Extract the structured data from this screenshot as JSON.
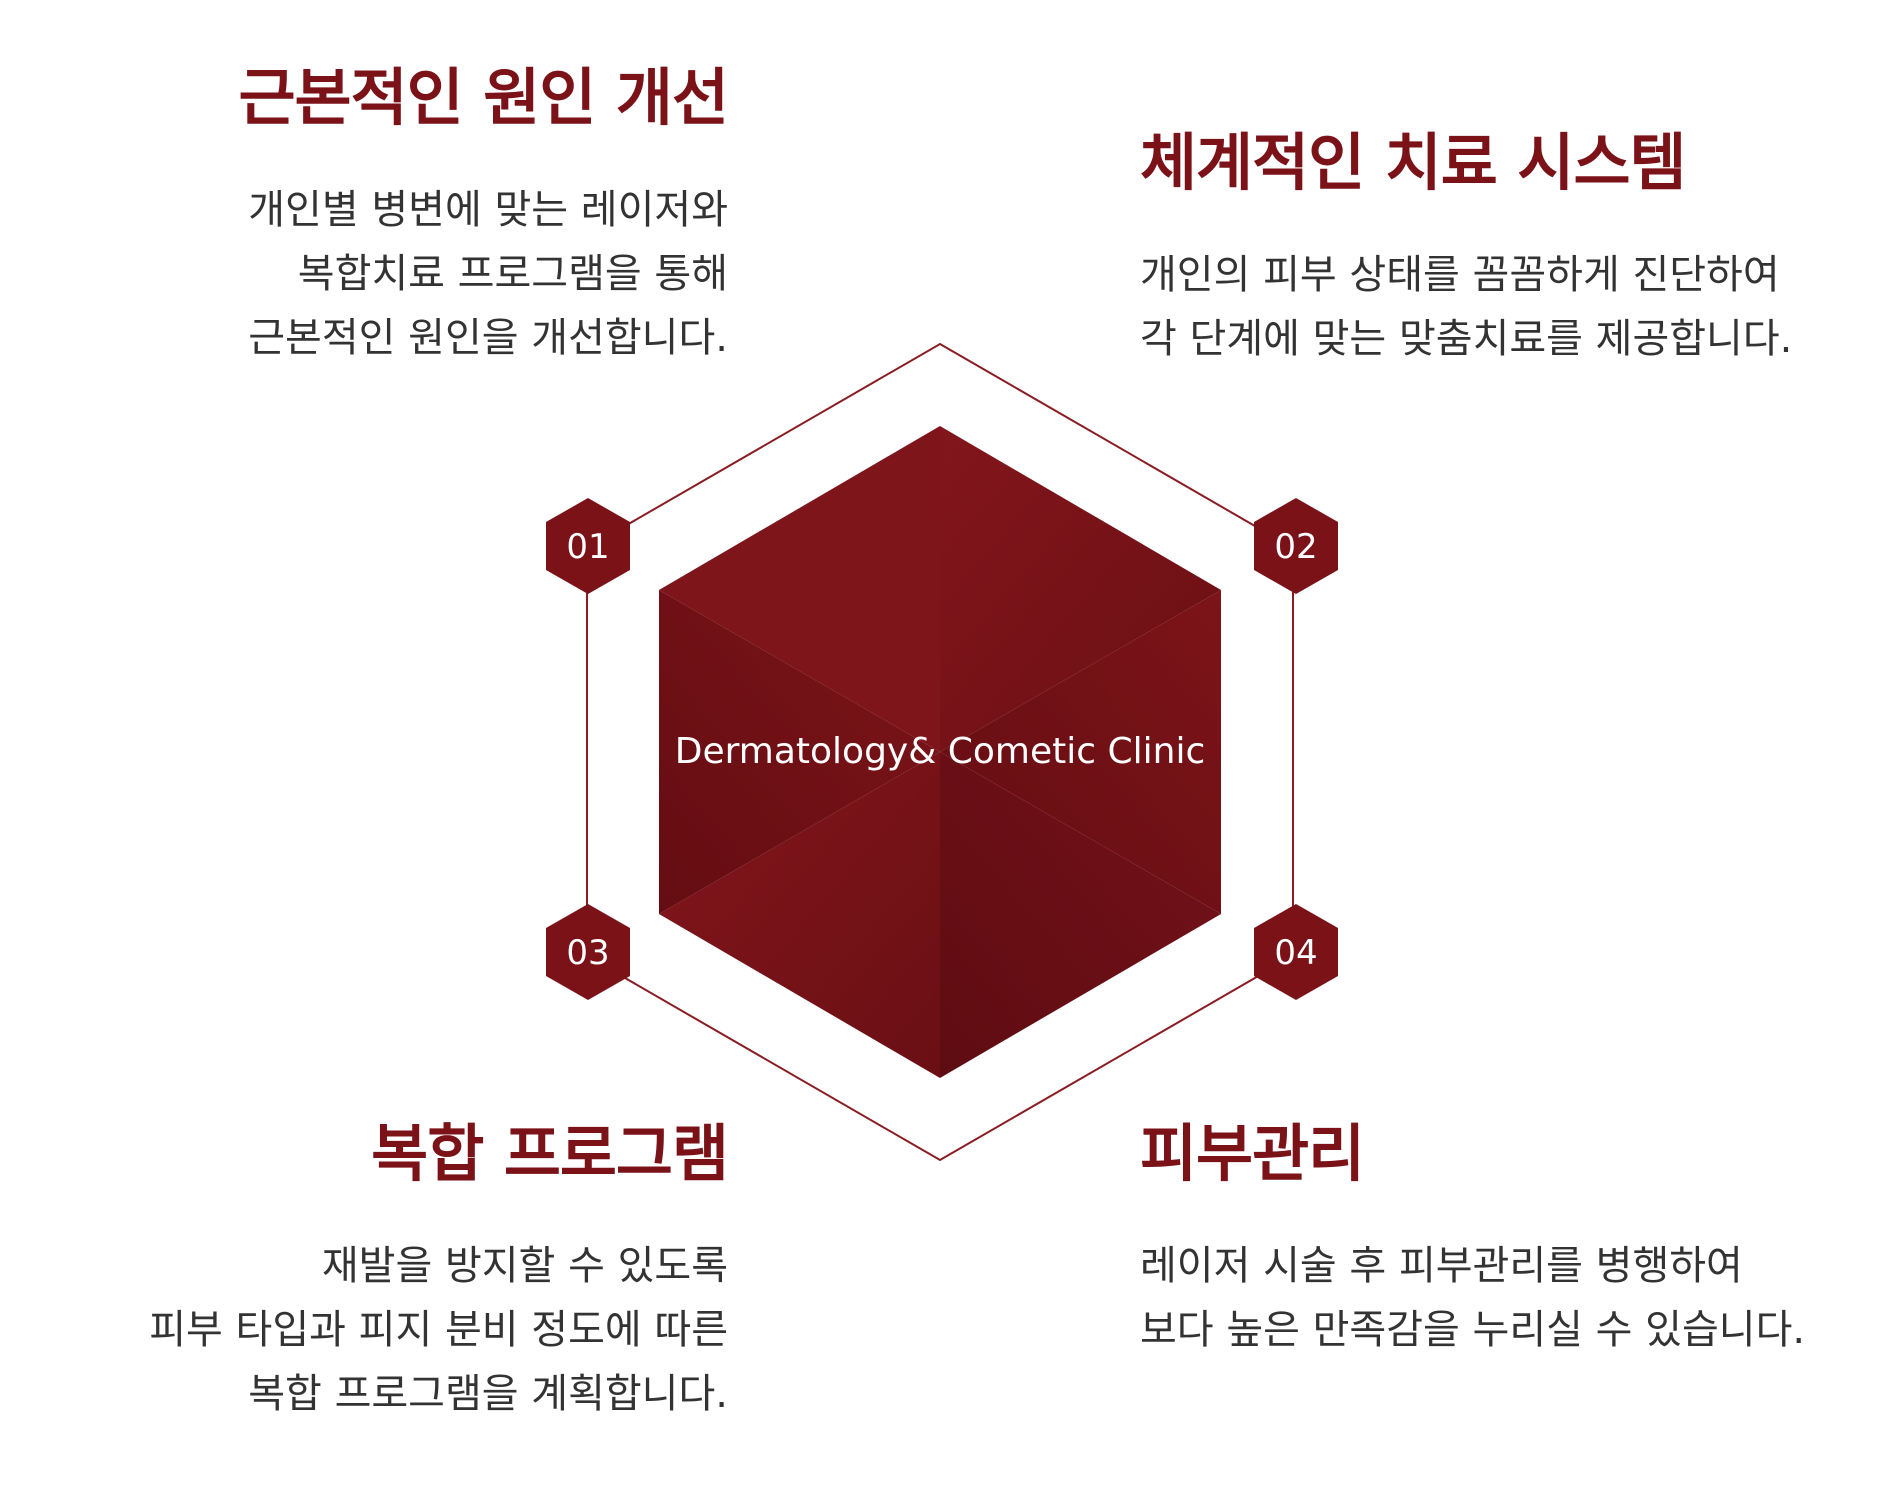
{
  "colors": {
    "accent": "#7a1218",
    "accent_dark": "#5c0c10",
    "text": "#333333",
    "outline": "#8a1c22"
  },
  "center": {
    "label": "Dermatology& Cometic Clinic"
  },
  "features": [
    {
      "number": "01",
      "title": "근본적인 원인 개선",
      "lines": [
        "개인별 병변에 맞는 레이저와",
        "복합치료 프로그램을 통해",
        "근본적인 원인을 개선합니다."
      ]
    },
    {
      "number": "02",
      "title": "체계적인 치료 시스템",
      "lines": [
        "개인의 피부 상태를 꼼꼼하게 진단하여",
        "각 단계에 맞는 맞춤치료를 제공합니다."
      ]
    },
    {
      "number": "03",
      "title": "복합 프로그램",
      "lines": [
        "재발을 방지할 수 있도록",
        "피부 타입과 피지 분비 정도에 따른",
        "복합 프로그램을 계획합니다."
      ]
    },
    {
      "number": "04",
      "title": "피부관리",
      "lines": [
        "레이저 시술 후 피부관리를 병행하여",
        "보다 높은 만족감을 누리실 수 있습니다."
      ]
    }
  ]
}
